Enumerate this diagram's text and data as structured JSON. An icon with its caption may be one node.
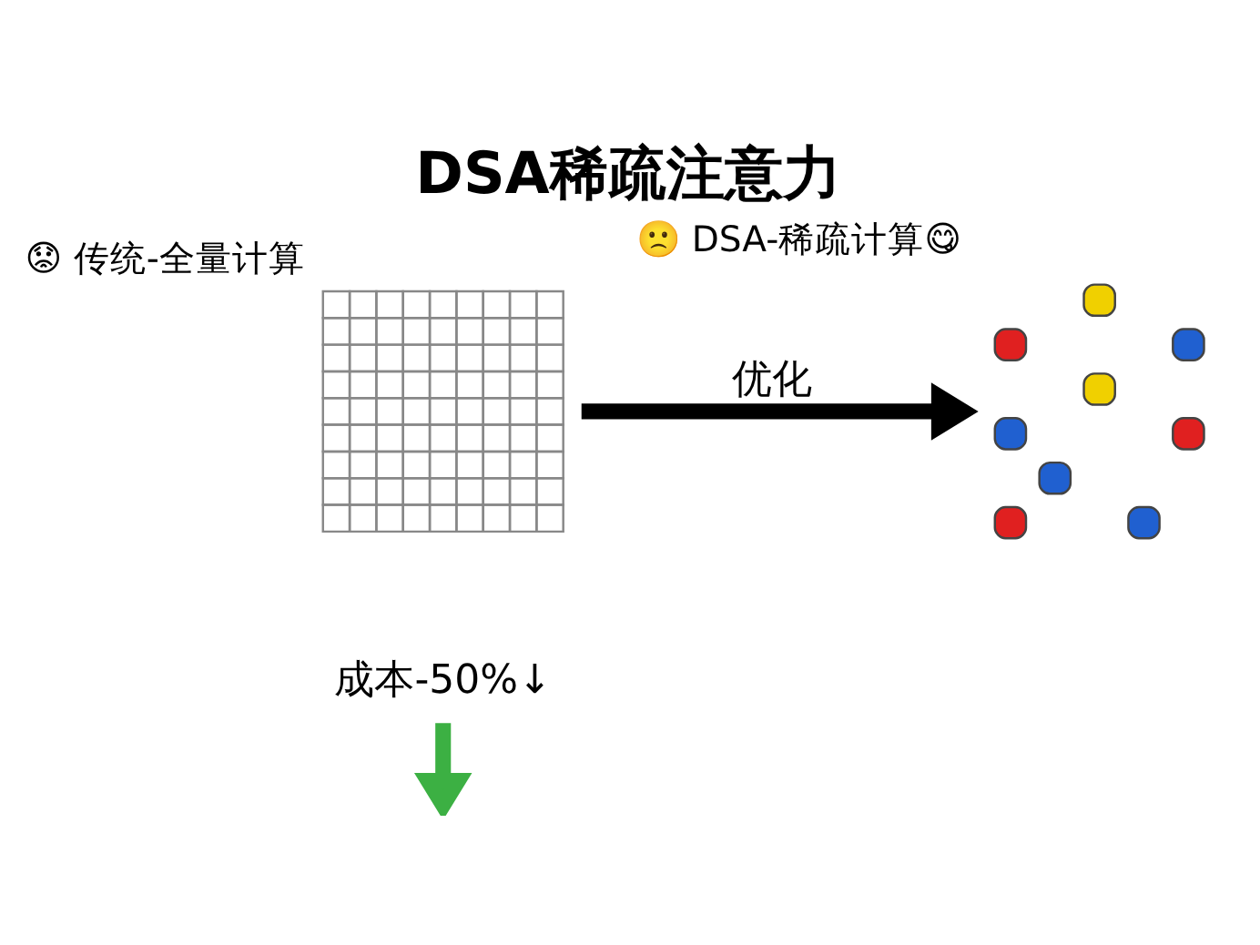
{
  "diagram": {
    "title": "DSA稀疏注意力",
    "nodes": [
      {
        "text": [],
        "shape": "picture",
        "beside": [
          "😟 传统-全量计算"
        ]
      },
      {
        "text": [],
        "shape": "picture",
        "beside": [
          "🙁 DSA-稀疏计算😋"
        ]
      },
      {
        "text": [
          "成本-50%↓"
        ]
      }
    ],
    "edges": [
      {
        "from": 0,
        "to": 1,
        "arrow": "to",
        "label": "优化"
      },
      {
        "from": 2,
        "to": null,
        "arrow": "to",
        "color": "#3cb043"
      }
    ]
  }
}
